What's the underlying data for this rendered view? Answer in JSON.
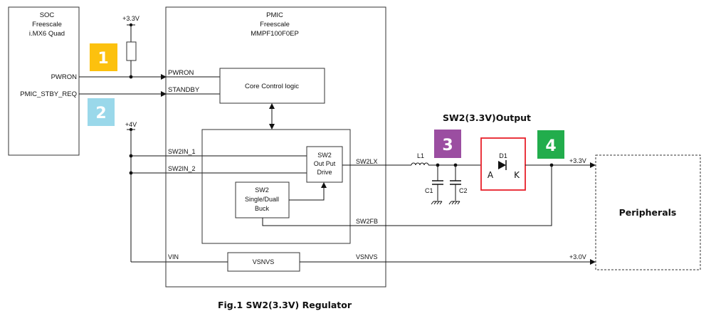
{
  "figure": {
    "caption": "Fig.1 SW2(3.3V) Regulator",
    "output_title": "SW2(3.3V)Output"
  },
  "soc": {
    "title": "SOC",
    "vendor": "Freescale",
    "model": "i.MX6 Quad",
    "pins": {
      "pwron": "PWRON",
      "stby": "PMIC_STBY_REQ"
    }
  },
  "pmic": {
    "title": "PMIC",
    "vendor": "Freescale",
    "model": "MMPF100F0EP",
    "pins": {
      "pwron": "PWRON",
      "standby": "STANDBY",
      "sw2in1": "SW2IN_1",
      "sw2in2": "SW2IN_2",
      "vin": "VIN",
      "sw2lx": "SW2LX",
      "sw2fb": "SW2FB",
      "vsnvs": "VSNVS"
    },
    "blocks": {
      "core": "Core Control logic",
      "drive": [
        "SW2",
        "Out Put",
        "Drive"
      ],
      "buck": [
        "SW2",
        "Single/Duall",
        "Buck"
      ],
      "vsnvs": "VSNVS"
    }
  },
  "rails": {
    "v33_pullup": "+3.3V",
    "v4": "+4V",
    "out33": "+3.3V",
    "out30": "+3.0V"
  },
  "components": {
    "inductor": "L1",
    "cap1": "C1",
    "cap2": "C2",
    "diode": "D1",
    "anode": "A",
    "cathode": "K"
  },
  "peripherals": "Peripherals",
  "badges": [
    {
      "num": "1",
      "color": "#fcc10e"
    },
    {
      "num": "2",
      "color": "#9ad8ea"
    },
    {
      "num": "3",
      "color": "#9b4ea1"
    },
    {
      "num": "4",
      "color": "#22ad4c"
    }
  ],
  "highlight_color": "#e8202a"
}
